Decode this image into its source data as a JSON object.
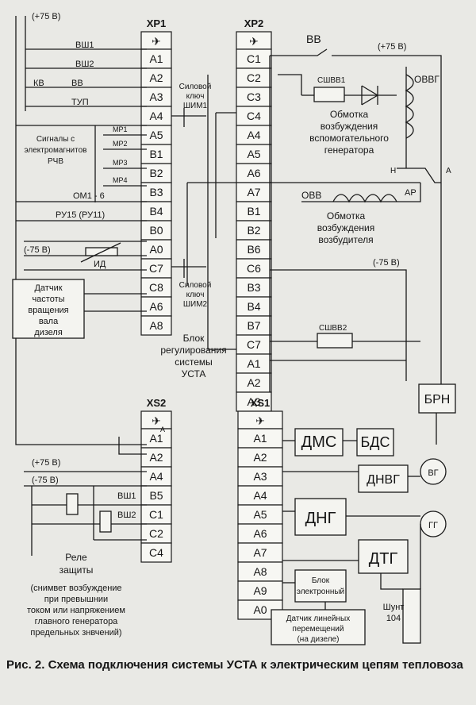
{
  "connectors": {
    "xp1": {
      "name": "XP1",
      "pins": [
        "A1",
        "A2",
        "A3",
        "A4",
        "A5",
        "B1",
        "B2",
        "B3",
        "B4",
        "B0",
        "A0",
        "C7",
        "C8",
        "A6",
        "A8"
      ]
    },
    "xp2": {
      "name": "XP2",
      "pins": [
        "C1",
        "C2",
        "C3",
        "C4",
        "A4",
        "A5",
        "A6",
        "A7",
        "B1",
        "B2",
        "B6",
        "C6",
        "B3",
        "B4",
        "B7",
        "C7",
        "A1",
        "A2",
        "A3"
      ]
    },
    "xs2": {
      "name": "XS2",
      "pins": [
        "A1",
        "A2",
        "A4",
        "B5",
        "C1",
        "C2",
        "C4"
      ]
    },
    "xs1": {
      "name": "XS1",
      "pins": [
        "A1",
        "A2",
        "A3",
        "A4",
        "A5",
        "A6",
        "A7",
        "A8",
        "A9",
        "A0"
      ]
    }
  },
  "left": {
    "plus75_top": "(+75 B)",
    "vsh1": "ВШ1",
    "vsh2": "ВШ2",
    "kv": "КВ",
    "vv": "ВВ",
    "tup": "ТУП",
    "signals": [
      "Сигналы с",
      "электромагнитов",
      "РЧВ"
    ],
    "mr": [
      "МР1",
      "МР2",
      "МР3",
      "МР4"
    ],
    "om": "ОМ1 - 6",
    "ru": "РУ15 (РУ11)",
    "minus75": "(-75 B)",
    "id": "ИД",
    "sensor": [
      "Датчик",
      "частоты",
      "вращения",
      "вала",
      "дизеля"
    ]
  },
  "center": {
    "key1": [
      "Силовой",
      "ключ",
      "ШИМ1"
    ],
    "key2": [
      "Силовой",
      "ключ",
      "ШИМ2"
    ],
    "block": [
      "Блок",
      "регулирования",
      "системы",
      "УСТА"
    ],
    "a_mark": "A"
  },
  "right": {
    "vv": "ВВ",
    "plus75": "(+75 B)",
    "sshvv1": "СШВВ1",
    "ovvg": "ОВВГ",
    "ovvg_desc": [
      "Обмотка",
      "возбуждения",
      "вспомогательного",
      "генератора"
    ],
    "n": "Н",
    "a": "А",
    "ar": "АР",
    "ovv": "ОВВ",
    "ovv_desc": [
      "Обмотка",
      "возбуждения",
      "возбудителя"
    ],
    "minus75": "(-75 B)",
    "sshvv2": "СШВВ2",
    "brn": "БРН",
    "dms": "ДМС",
    "bds": "БДС",
    "dnvg": "ДНВГ",
    "vg": "ВГ",
    "dng": "ДНГ",
    "gg": "ГГ",
    "dtg": "ДТГ",
    "block_el": [
      "Блок",
      "электронный"
    ],
    "shunt": [
      "Шунт",
      "104"
    ],
    "sensor_lin": [
      "Датчик линейных",
      "перемещений",
      "(на дизеле)"
    ]
  },
  "bottom_left": {
    "plus75": "(+75 B)",
    "minus75": "(-75 B)",
    "vsh1": "ВШ1",
    "vsh2": "ВШ2",
    "relay": [
      "Реле",
      "защиты"
    ],
    "note": [
      "(снимвет возбуждение",
      "при превышнии",
      "током или напряжением",
      "главного генератора",
      "предельных знвчений)"
    ]
  },
  "caption": "Рис. 2. Схема подключения системы УСТА к электрическим цепям тепловоза"
}
